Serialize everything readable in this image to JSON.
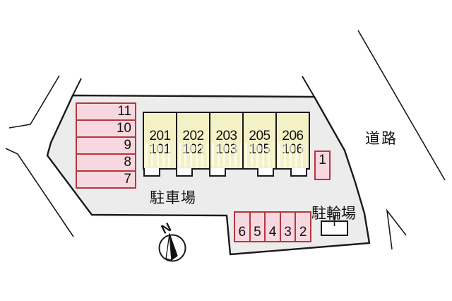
{
  "labels": {
    "road": "道路",
    "parking_lot": "駐車場",
    "bicycle_parking": "駐輪場",
    "compass_north": "N"
  },
  "building": {
    "units": [
      {
        "upper": "201",
        "lower": "101"
      },
      {
        "upper": "202",
        "lower": "102"
      },
      {
        "upper": "203",
        "lower": "103"
      },
      {
        "upper": "205",
        "lower": "105"
      },
      {
        "upper": "206",
        "lower": "106"
      }
    ]
  },
  "parking_spaces": {
    "left_column": [
      "11",
      "10",
      "9",
      "8",
      "7"
    ],
    "single_space": "1",
    "bottom_row": [
      "6",
      "5",
      "4",
      "3",
      "2"
    ]
  },
  "colors": {
    "background": "#ffffff",
    "space_fill": "#f8d8e0",
    "space_border": "#b2383f",
    "unit_fill": "#f5f1c6",
    "unit_border": "#1a1a1a",
    "site_fill": "#ececec",
    "site_line": "#1a1a1a"
  }
}
